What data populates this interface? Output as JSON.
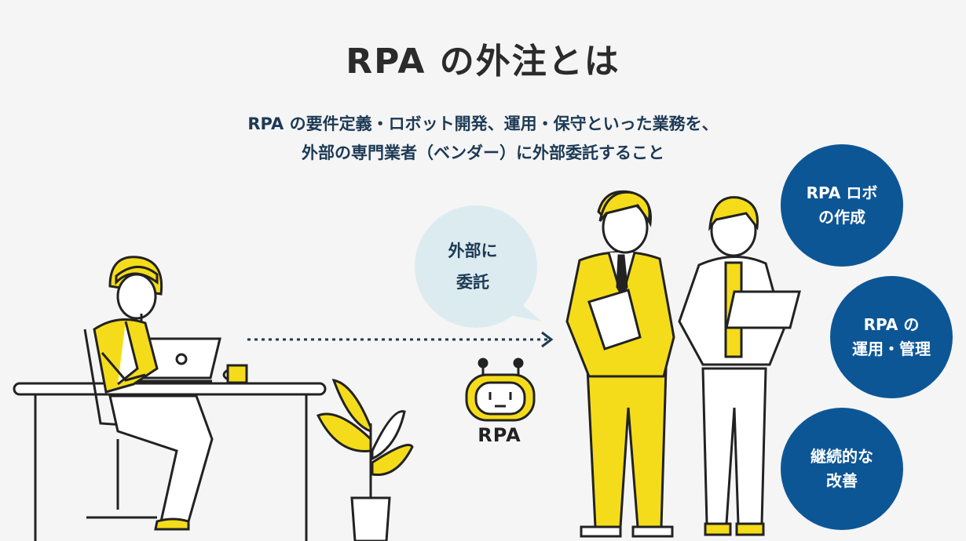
{
  "title": "RPA の外注とは",
  "subtitle": {
    "line1": "RPA の要件定義・ロボット開発、運用・保守といった業務を、",
    "line2": "外部の専門業者（ベンダー）に外部委託すること"
  },
  "bubble": {
    "line1": "外部に",
    "line2": "委託"
  },
  "robot": {
    "label": "RPA"
  },
  "services": [
    {
      "line1": "RPA ロボ",
      "line2": "の作成"
    },
    {
      "line1": "RPA の",
      "line2": "運用・管理"
    },
    {
      "line1": "継続的な",
      "line2": "改善"
    }
  ],
  "colors": {
    "background": "#f5f5f5",
    "accent_yellow": "#f5dc1a",
    "navy": "#0d5696",
    "bubble": "#dcebf0",
    "ink": "#222222"
  }
}
